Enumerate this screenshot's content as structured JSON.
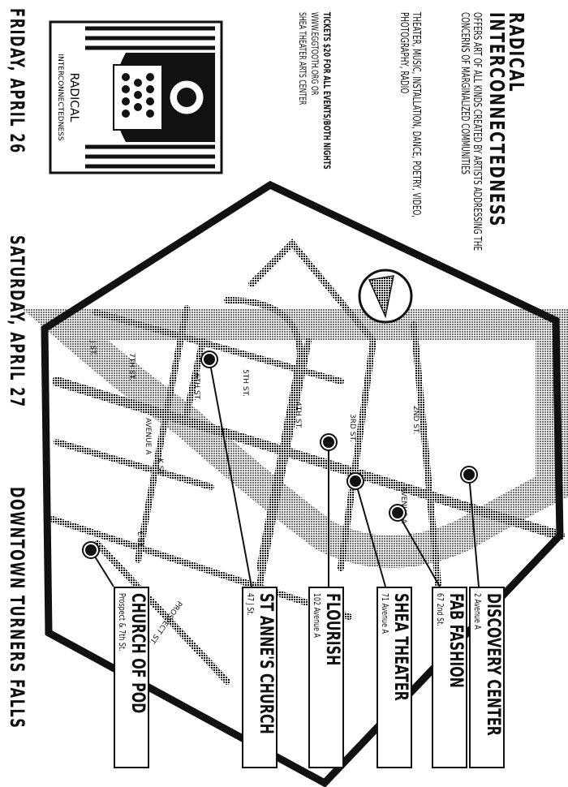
{
  "header": {
    "title_line1": "RADICAL",
    "title_line2": "INTERCONNECTEDNESS",
    "description": "OFFERS ART OF ALL KINDS CREATED BY ARTISTS ADDRESSING THE CONCERNS OF MARGINALIZED COMMUNITIES",
    "disciplines": "THEATER, MUSIC, INSTALLATION, DANCE, POETRY, VIDEO, PHOTOGRAPHY, RADIO",
    "tickets": "TICKETS $20 FOR ALL EVENTS/BOTH NIGHTS",
    "website": "WWW.EGGTOOTH.ORG OR",
    "venue_info": "SHEA THEATER ARTS CENTER"
  },
  "logo": {
    "line1": "RADICAL",
    "line2": "INTERCONNECTEDNESS"
  },
  "footer": {
    "friday": "FRIDAY, APRIL 26",
    "saturday": "SATURDAY, APRIL 27",
    "location": "DOWNTOWN TURNERS FALLS"
  },
  "map": {
    "streets": {
      "j": "J ST.",
      "k": "K ST.",
      "l": "L ST.",
      "avenue_a_1": "AVENUE A",
      "avenue_a_2": "AVENUE A",
      "prospect": "PROSPECT ST.",
      "s7": "7TH ST.",
      "s6": "6TH ST.",
      "s5": "5TH ST.",
      "s4": "4TH ST.",
      "s3": "3RD ST.",
      "s2": "2ND ST."
    },
    "venues": [
      {
        "name": "DISCOVERY CENTER",
        "address": "2 Avenue A"
      },
      {
        "name": "FAB FASHION",
        "address": "67 2nd St."
      },
      {
        "name": "SHEA THEATER",
        "address": "71 Avenue A"
      },
      {
        "name": "FLOURISH",
        "address": "102 Avenue A"
      },
      {
        "name": "ST ANNE'S CHURCH",
        "address": "47 J St."
      },
      {
        "name": "CHURCH OF POD",
        "address": "Prospect & 7th St."
      }
    ]
  }
}
